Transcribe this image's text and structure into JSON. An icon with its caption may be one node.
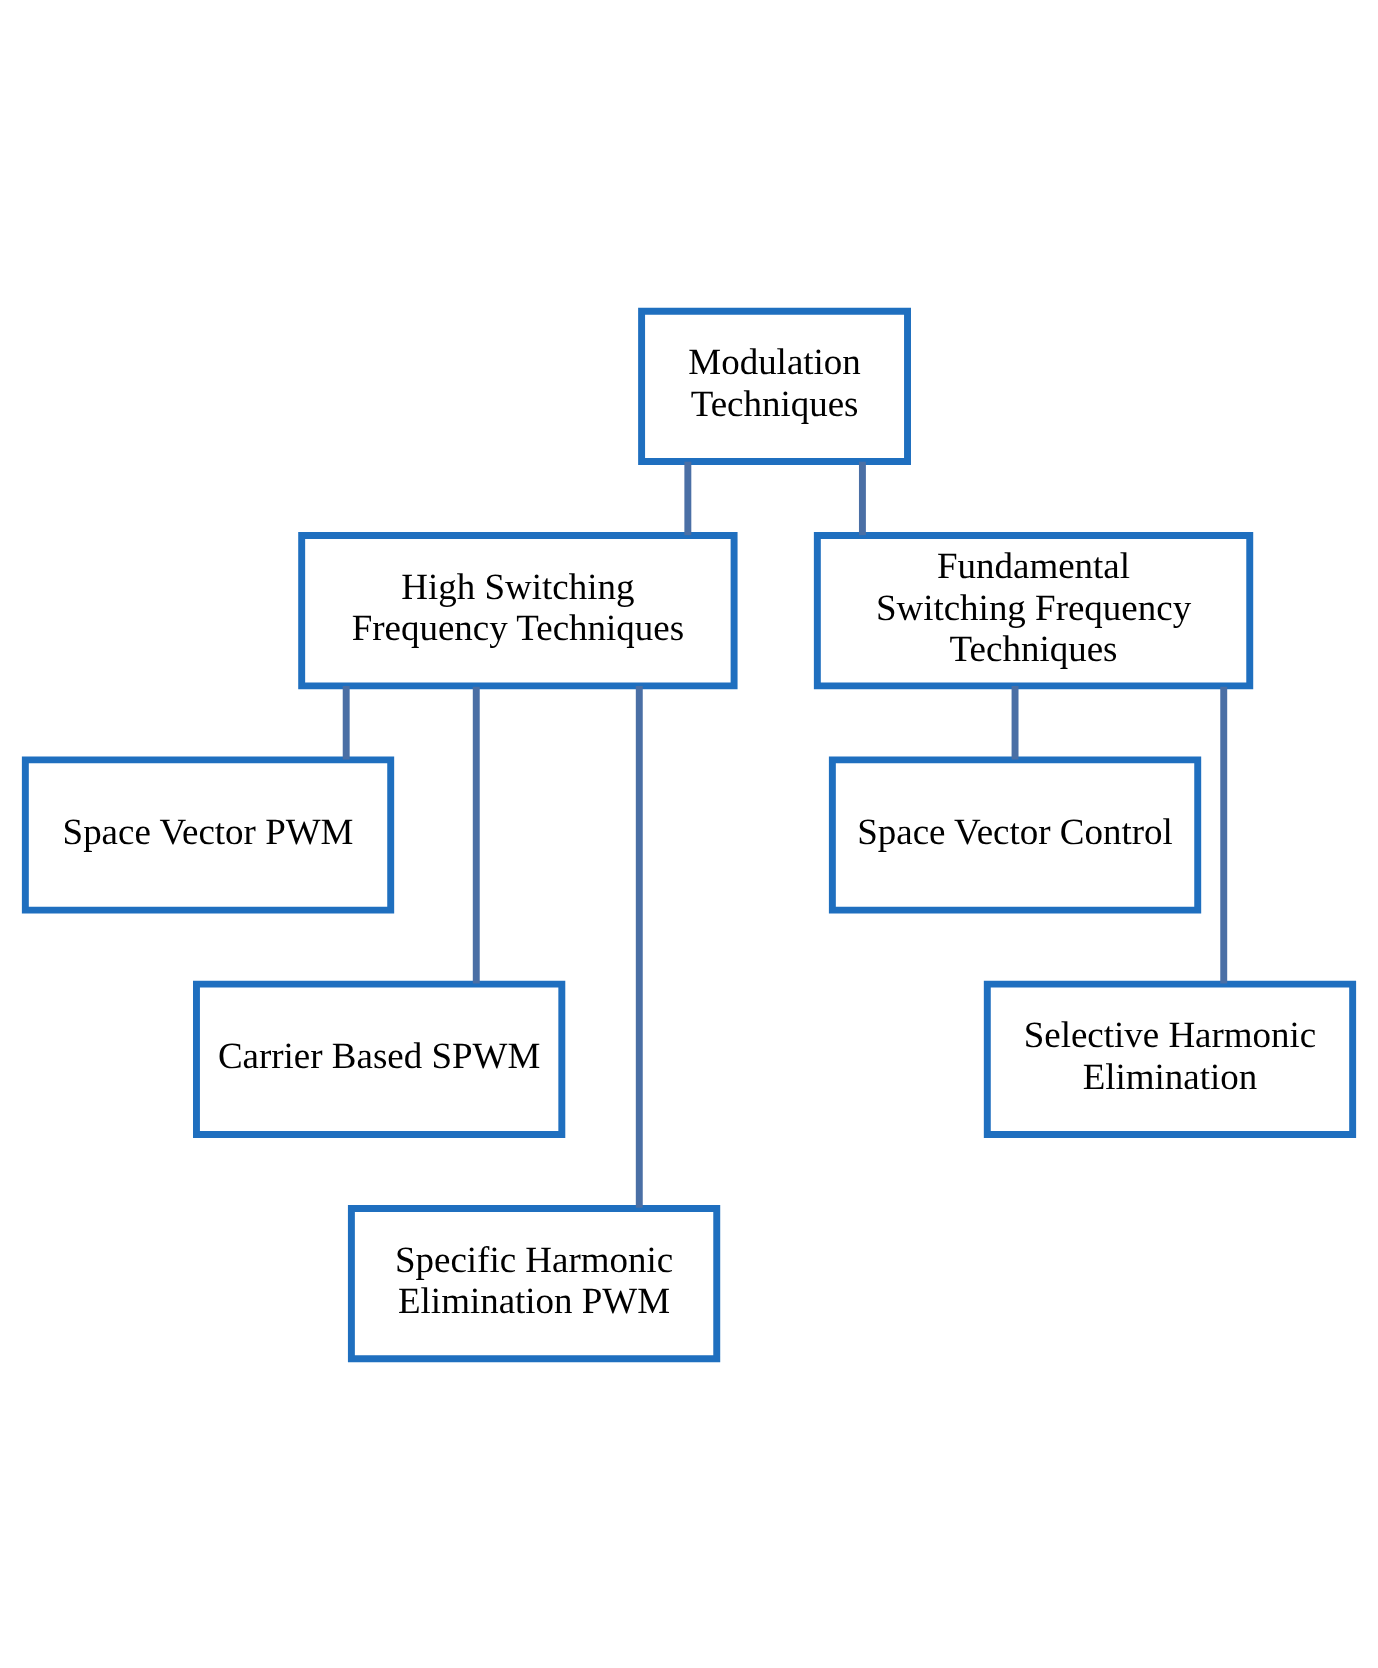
{
  "diagram": {
    "nodes": [
      {
        "text": [
          "Modulation Techniques"
        ]
      },
      {
        "text": [
          "High Switching Frequency Techniques"
        ]
      },
      {
        "text": [
          "Fundamental Switching Frequency Techniques"
        ]
      },
      {
        "text": [
          "Space Vector PWM"
        ]
      },
      {
        "text": [
          "Carrier Based SPWM"
        ]
      },
      {
        "text": [
          "Specific Harmonic Elimination PWM"
        ]
      },
      {
        "text": [
          "Space Vector Control"
        ]
      },
      {
        "text": [
          "Selective Harmonic Elimination"
        ]
      }
    ],
    "edges": [
      {
        "from": 0,
        "to": 1,
        "arrow": "none"
      },
      {
        "from": 0,
        "to": 2,
        "arrow": "none"
      },
      {
        "from": 1,
        "to": 3,
        "arrow": "none"
      },
      {
        "from": 1,
        "to": 4,
        "arrow": "none"
      },
      {
        "from": 1,
        "to": 5,
        "arrow": "none"
      },
      {
        "from": 2,
        "to": 6,
        "arrow": "none"
      },
      {
        "from": 2,
        "to": 7,
        "arrow": "none"
      }
    ]
  }
}
